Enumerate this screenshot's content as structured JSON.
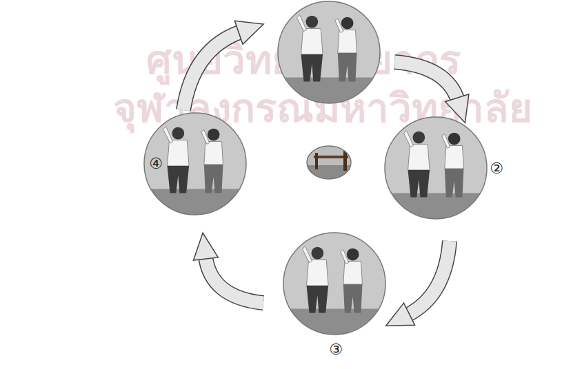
{
  "diagram": {
    "labels": [
      "ศูนย์วิทยทรัพยากร",
      "จุฬาลงกรณ์มหาวิทยาลัย",
      "②",
      "③",
      "④"
    ]
  }
}
